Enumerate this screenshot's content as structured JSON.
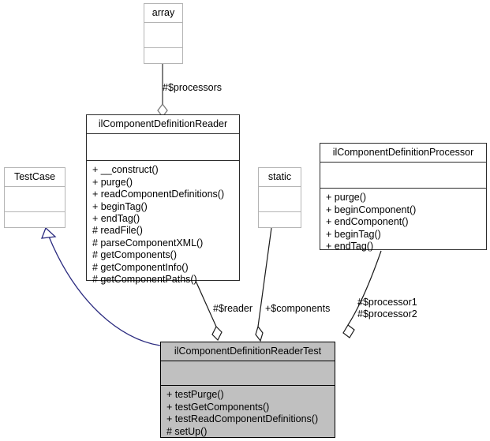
{
  "diagram": {
    "kind": "uml-class-diagram",
    "title": "ilComponentDefinitionReaderTest collaboration diagram",
    "colors": {
      "background": "#ffffff",
      "class_border": "#2b2b2b",
      "plain_class_border": "#b4b4b4",
      "highlight_fill": "#c0c0c0",
      "highlight_border": "#000000",
      "inheritance_edge": "#2a2a7f",
      "aggregation_edge_gray": "#808080",
      "aggregation_edge_black": "#1a1a1a",
      "text": "#000000"
    }
  },
  "classes": [
    {
      "id": "array",
      "name": "array",
      "style": "plain",
      "attributes": [],
      "operations": []
    },
    {
      "id": "reader",
      "name": "ilComponentDefinitionReader",
      "style": "normal",
      "attributes": [],
      "operations": [
        "+ __construct()",
        "+ purge()",
        "+ readComponentDefinitions()",
        "+ beginTag()",
        "+ endTag()",
        "# readFile()",
        "# parseComponentXML()",
        "# getComponents()",
        "# getComponentInfo()",
        "# getComponentPaths()"
      ]
    },
    {
      "id": "processor",
      "name": "ilComponentDefinitionProcessor",
      "style": "normal",
      "attributes": [],
      "operations": [
        "+ purge()",
        "+ beginComponent()",
        "+ endComponent()",
        "+ beginTag()",
        "+ endTag()"
      ]
    },
    {
      "id": "testcase",
      "name": "TestCase",
      "style": "plain",
      "attributes": [],
      "operations": []
    },
    {
      "id": "static",
      "name": "static",
      "style": "plain",
      "attributes": [],
      "operations": []
    },
    {
      "id": "readertest",
      "name": "ilComponentDefinitionReaderTest",
      "style": "highlight",
      "attributes": [],
      "operations": [
        "+ testPurge()",
        "+ testGetComponents()",
        "+ testReadComponentDefinitions()",
        "# setUp()"
      ]
    }
  ],
  "edges": [
    {
      "id": "edge-array-reader",
      "from": "array",
      "to": "reader",
      "type": "aggregation",
      "label": "#$processors"
    },
    {
      "id": "edge-reader-readertest",
      "from": "reader",
      "to": "readertest",
      "type": "aggregation",
      "label": "#$reader"
    },
    {
      "id": "edge-static-readertest",
      "from": "static",
      "to": "readertest",
      "type": "aggregation",
      "label": "+$components"
    },
    {
      "id": "edge-processor-readertest",
      "from": "processor",
      "to": "readertest",
      "type": "aggregation",
      "label": "#$processor1\n#$processor2"
    },
    {
      "id": "edge-readertest-testcase",
      "from": "readertest",
      "to": "testcase",
      "type": "inheritance",
      "label": ""
    }
  ],
  "labels": {
    "processors": "#$processors",
    "reader": "#$reader",
    "components": "+$components",
    "processor1": "#$processor1",
    "processor2": "#$processor2"
  }
}
